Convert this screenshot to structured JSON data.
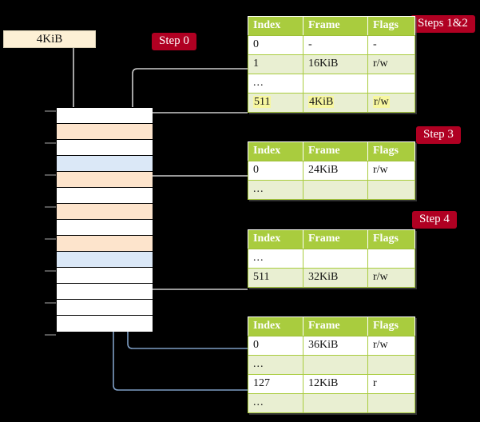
{
  "source_box": {
    "label": "4KiB"
  },
  "steps": [
    {
      "name": "step-0",
      "label": "Step 0"
    },
    {
      "name": "steps-1-2",
      "label": "Steps 1&2"
    },
    {
      "name": "step-3",
      "label": "Step 3"
    },
    {
      "name": "step-4",
      "label": "Step 4"
    }
  ],
  "tables": [
    {
      "name": "page-table-level-4",
      "headers": [
        "Index",
        "Frame",
        "Flags"
      ],
      "rows": [
        {
          "cells": [
            "0",
            "-",
            "-"
          ],
          "alt": false,
          "highlight": false
        },
        {
          "cells": [
            "1",
            "16KiB",
            "r/w"
          ],
          "alt": true,
          "highlight": false
        },
        {
          "cells": [
            "...",
            "",
            ""
          ],
          "alt": false,
          "highlight": false
        },
        {
          "cells": [
            "511",
            "4KiB",
            "r/w"
          ],
          "alt": true,
          "highlight": true
        }
      ]
    },
    {
      "name": "page-table-level-3",
      "headers": [
        "Index",
        "Frame",
        "Flags"
      ],
      "rows": [
        {
          "cells": [
            "0",
            "24KiB",
            "r/w"
          ],
          "alt": false,
          "highlight": false
        },
        {
          "cells": [
            "...",
            "",
            ""
          ],
          "alt": true,
          "highlight": false
        }
      ]
    },
    {
      "name": "page-table-level-2",
      "headers": [
        "Index",
        "Frame",
        "Flags"
      ],
      "rows": [
        {
          "cells": [
            "...",
            "",
            ""
          ],
          "alt": false,
          "highlight": false
        },
        {
          "cells": [
            "511",
            "32KiB",
            "r/w"
          ],
          "alt": true,
          "highlight": false
        }
      ]
    },
    {
      "name": "page-table-level-1",
      "headers": [
        "Index",
        "Frame",
        "Flags"
      ],
      "rows": [
        {
          "cells": [
            "0",
            "36KiB",
            "r/w"
          ],
          "alt": false,
          "highlight": false
        },
        {
          "cells": [
            "...",
            "",
            ""
          ],
          "alt": true,
          "highlight": false
        },
        {
          "cells": [
            "127",
            "12KiB",
            "r"
          ],
          "alt": false,
          "highlight": false
        },
        {
          "cells": [
            "...",
            "",
            ""
          ],
          "alt": true,
          "highlight": false
        }
      ]
    }
  ],
  "memory_column": {
    "name": "physical-memory-column",
    "rows": [
      {
        "fill": "white"
      },
      {
        "fill": "peach"
      },
      {
        "fill": "white"
      },
      {
        "fill": "blue"
      },
      {
        "fill": "peach"
      },
      {
        "fill": "white"
      },
      {
        "fill": "peach"
      },
      {
        "fill": "white"
      },
      {
        "fill": "peach"
      },
      {
        "fill": "blue"
      },
      {
        "fill": "white"
      },
      {
        "fill": "white"
      },
      {
        "fill": "white"
      },
      {
        "fill": "white"
      }
    ]
  },
  "colors": {
    "background": "#000000",
    "table_header": "#a9cc3e",
    "table_alt_row": "#e9efd2",
    "highlight": "#f7f7a0",
    "step_badge": "#b00022",
    "source_box": "#fdf0d5",
    "mem_peach": "#fde4cc",
    "mem_blue": "#dbe8f7",
    "wire_gray": "#c9c9c9",
    "wire_blue": "#7d9dc4"
  }
}
